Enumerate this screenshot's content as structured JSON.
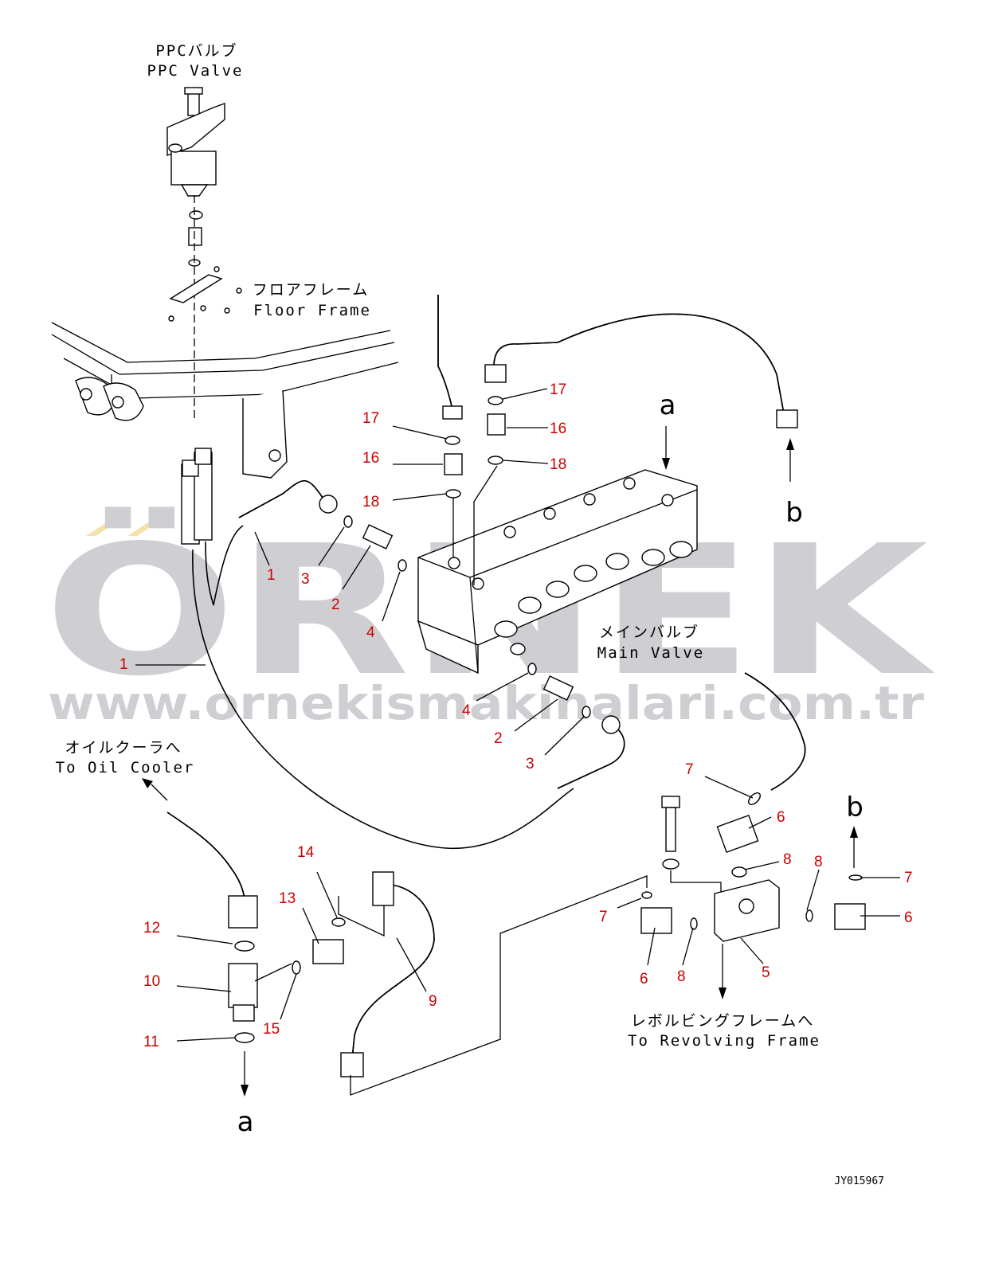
{
  "labels": {
    "ppc_jp": "PPCバルブ",
    "ppc_en": "PPC Valve",
    "floor_jp": "フロアフレーム",
    "floor_en": "Floor Frame",
    "main_jp": "メインバルブ",
    "main_en": "Main Valve",
    "oil_jp": "オイルクーラへ",
    "oil_en": "To Oil Cooler",
    "rev_jp": "レボルビングフレームへ",
    "rev_en": "To Revolving Frame",
    "code": "JY015967"
  },
  "connectors": {
    "a_top": "a",
    "a_bottom": "a",
    "b_top": "b",
    "b_right": "b"
  },
  "callouts": {
    "n1a": "1",
    "n1b": "1",
    "n2a": "2",
    "n2b": "2",
    "n3a": "3",
    "n3b": "3",
    "n4a": "4",
    "n4b": "4",
    "n5": "5",
    "n6a": "6",
    "n6b": "6",
    "n6c": "6",
    "n7a": "7",
    "n7b": "7",
    "n7c": "7",
    "n8a": "8",
    "n8b": "8",
    "n8c": "8",
    "n9": "9",
    "n10": "10",
    "n11": "11",
    "n12": "12",
    "n13": "13",
    "n14": "14",
    "n15": "15",
    "n16a": "16",
    "n16b": "16",
    "n17a": "17",
    "n17b": "17",
    "n18a": "18",
    "n18b": "18"
  },
  "watermark": {
    "brand": "ÖRNEK",
    "url": "www.ornekismakinalari.com.tr"
  },
  "colors": {
    "callout": "#cc0000",
    "watermark": "#cfcfd3",
    "watermark_accent": "#f4e2a8",
    "line": "#000000"
  }
}
